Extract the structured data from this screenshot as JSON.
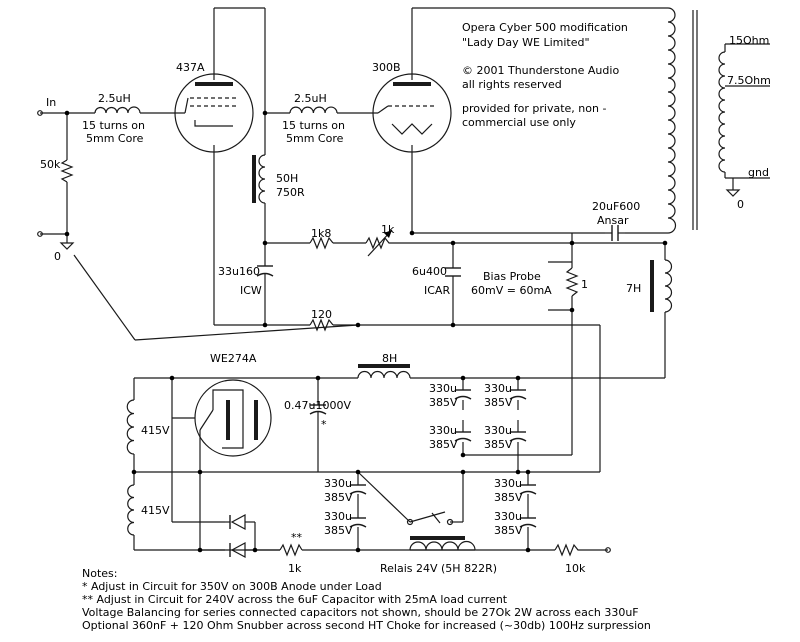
{
  "header": {
    "title": "Opera Cyber 500 modification",
    "subtitle": "\"Lady Day WE Limited\"",
    "copyright": "© 2001 Thunderstone Audio",
    "rights": "all rights reserved",
    "use_line1": "provided for private, non -",
    "use_line2": "commercial use only"
  },
  "tubes": {
    "driver": "437A",
    "output": "300B",
    "rectifier": "WE274A"
  },
  "labels": {
    "input": "In",
    "ground_left": "0",
    "ground_out": "0",
    "input_res": "50k",
    "ind1_value": "2.5uH",
    "ind1_note1": "15 turns on",
    "ind1_note2": "5mm Core",
    "ind2_value": "2.5uH",
    "ind2_note1": "15 turns on",
    "ind2_note2": "5mm Core",
    "choke1_h": "50H",
    "choke1_r": "750R",
    "res_1k8": "1k8",
    "pot_1k": "1k",
    "cap_33u": "33u160",
    "cap_33u_note": "ICW",
    "cap_6u": "6u400",
    "cap_6u_note": "ICAR",
    "res_120": "120",
    "bias_probe1": "Bias Probe",
    "bias_probe2": "60mV = 60mA",
    "bias_res": "1",
    "coupling_cap": "20uF600",
    "coupling_brand": "Ansar",
    "ot_choke": "7H",
    "out_150": "15Ohm",
    "out_75": "7.5Ohm",
    "out_gnd": "gnd",
    "choke2": "8H",
    "cap_047": "0.47u1000V",
    "asterisk": "*",
    "ht1": "415V",
    "ht2": "415V",
    "res_1k_bot": "1k",
    "stars": "**",
    "relay": "Relais 24V (5H 822R)",
    "res_10k": "10k"
  },
  "caps": {
    "v330": "330u",
    "v385": "385V"
  },
  "notes": {
    "heading": "Notes:",
    "n1": "* Adjust in Circuit for 350V on 300B Anode under Load",
    "n2": "** Adjust in Circuit for 240V across the 6uF Capacitor with 25mA load current",
    "n3": "Voltage Balancing for series connected capacitors not shown, should be 27Ok 2W across each 330uF",
    "n4": "Optional 360nF + 120 Ohm Snubber across second HT Choke for increased (~30db) 100Hz surpression"
  }
}
